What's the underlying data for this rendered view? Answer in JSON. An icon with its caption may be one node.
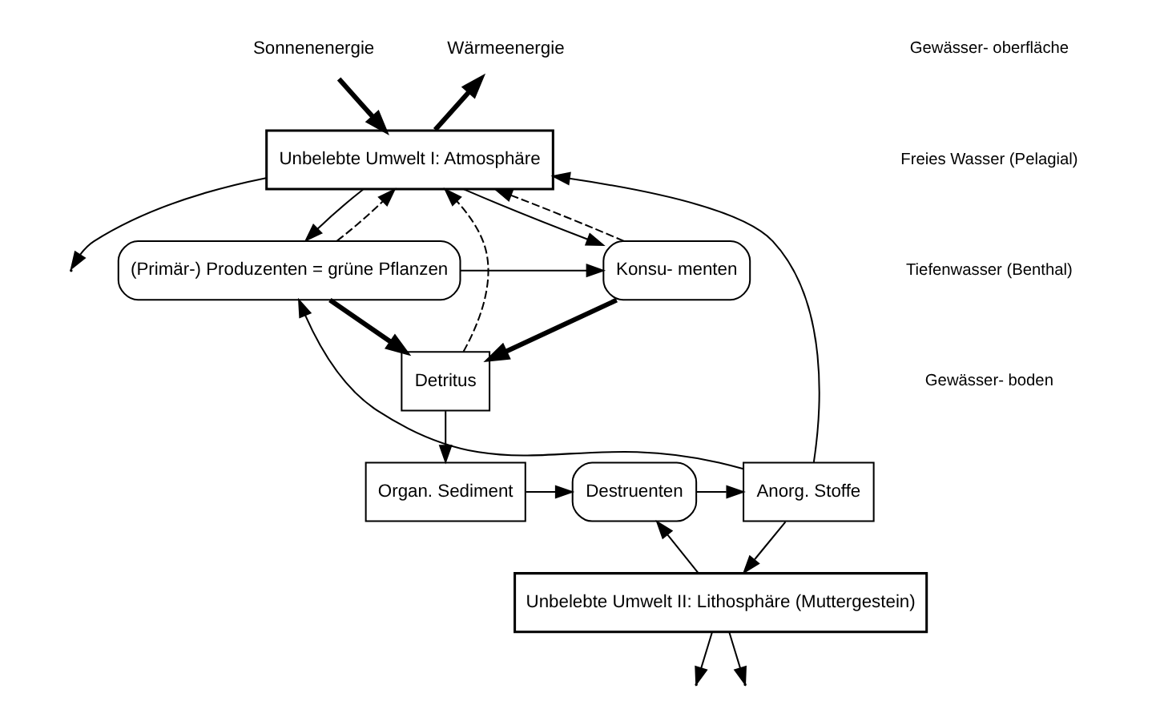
{
  "diagram": {
    "nodes": [
      {
        "text": [
          "Sonnenenergie"
        ]
      },
      {
        "text": [
          "Wärmeenergie"
        ]
      },
      {
        "text": [
          "Unbelebte Umwelt I: Atmosphäre"
        ]
      },
      {
        "text": [
          "(Primär-) Produzenten = grüne Pflanzen"
        ]
      },
      {
        "text": [
          "Konsu- menten"
        ]
      },
      {
        "text": [
          "Detritus"
        ]
      },
      {
        "text": [
          "Destruenten"
        ]
      },
      {
        "text": [
          "Anorg. Stoffe"
        ]
      },
      {
        "text": [
          "Organ. Sediment"
        ]
      },
      {
        "text": [
          "Unbelebte Umwelt II: Lithosphäre (Muttergestein)"
        ]
      }
    ],
    "edges": [
      {
        "from": 0,
        "to": 2,
        "arrow": "to",
        "style": "thick"
      },
      {
        "from": 2,
        "to": 1,
        "arrow": "to",
        "style": "thick"
      },
      {
        "from": 2,
        "to": 3,
        "arrow": "to"
      },
      {
        "from": 2,
        "to": null,
        "arrow": "to"
      },
      {
        "from": 2,
        "to": 4,
        "arrow": "to"
      },
      {
        "from": 3,
        "to": 2,
        "arrow": "to",
        "style": "dashed"
      },
      {
        "from": 4,
        "to": 2,
        "arrow": "to",
        "style": "dashed"
      },
      {
        "from": 5,
        "to": 2,
        "arrow": "to",
        "style": "dashed"
      },
      {
        "from": 3,
        "to": 4,
        "arrow": "to"
      },
      {
        "from": 3,
        "to": 5,
        "arrow": "to",
        "style": "thick"
      },
      {
        "from": 4,
        "to": 5,
        "arrow": "to",
        "style": "thick"
      },
      {
        "from": 7,
        "to": 3,
        "arrow": "to"
      },
      {
        "from": 7,
        "to": 2,
        "arrow": "to"
      },
      {
        "from": 6,
        "to": 7,
        "arrow": "to"
      },
      {
        "from": 5,
        "to": 8,
        "arrow": "to"
      },
      {
        "from": 8,
        "to": 6,
        "arrow": "to"
      },
      {
        "from": 7,
        "to": 9,
        "arrow": "to"
      },
      {
        "from": 9,
        "to": 6,
        "arrow": "to"
      },
      {
        "from": 9,
        "to": null,
        "arrow": "to"
      },
      {
        "from": 9,
        "to": null,
        "arrow": "to"
      }
    ],
    "labels": [
      "Gewässer- oberfläche",
      "Freies Wasser (Pelagial)",
      "Tiefenwasser (Benthal)",
      "Gewässer- boden"
    ]
  }
}
